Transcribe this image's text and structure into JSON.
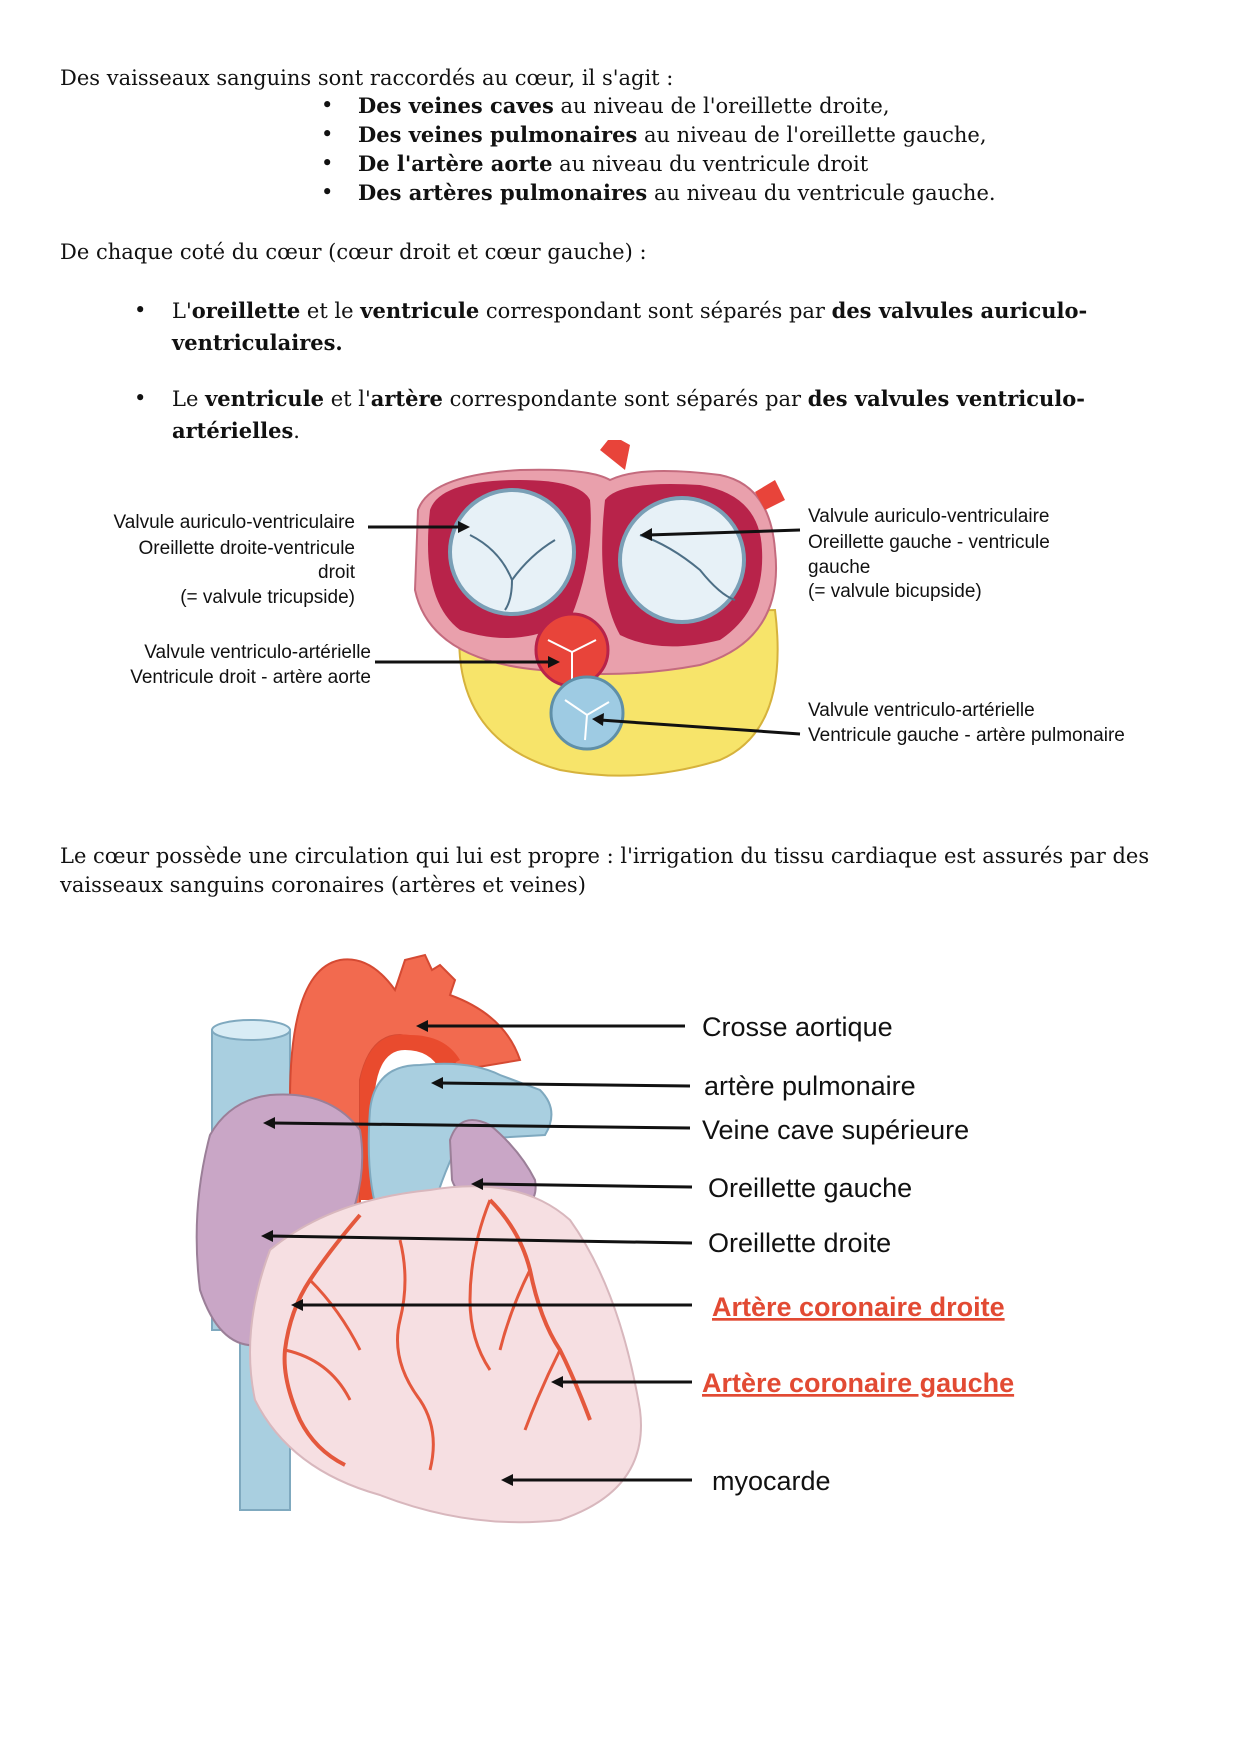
{
  "para1": {
    "intro": "Des vaisseaux sanguins sont raccordés au cœur, il s'agit :",
    "items": [
      {
        "bold": "Des veines caves",
        "rest": " au niveau de l'oreillette droite,"
      },
      {
        "bold": "Des veines pulmonaires",
        "rest": " au niveau de l'oreillette gauche,"
      },
      {
        "bold": "De l'artère aorte",
        "rest": " au niveau du ventricule droit"
      },
      {
        "bold": "Des artères pulmonaires",
        "rest": " au niveau du ventricule gauche."
      }
    ]
  },
  "para2": {
    "intro": "De chaque coté du cœur (cœur droit et cœur gauche) :",
    "b1": {
      "t1": "L'",
      "b1": "oreillette",
      "t2": " et le ",
      "b2": "ventricule",
      "t3": " correspondant sont séparés par ",
      "b3": "des valvules auriculo-",
      "line2": "ventriculaires."
    },
    "b2": {
      "t1": "Le ",
      "b1": "ventricule",
      "t2": " et l'",
      "b2": "artère",
      "t3": " correspondante sont séparés par ",
      "b3": "des valvules ventriculo-",
      "line2": "artérielles",
      "end": "."
    }
  },
  "figure1": {
    "left_top": [
      "Valvule auriculo-ventriculaire",
      "Oreillette droite-ventricule",
      "droit",
      "(= valvule tricupside)"
    ],
    "left_bottom": [
      "Valvule ventriculo-artérielle",
      "Ventricule droit - artère aorte"
    ],
    "right_top": [
      "Valvule auriculo-ventriculaire",
      "Oreillette gauche - ventricule",
      "gauche",
      "(= valvule bicupside)"
    ],
    "right_bottom": [
      "Valvule ventriculo-artérielle",
      "Ventricule gauche - artère pulmonaire"
    ]
  },
  "para3": {
    "line1": "Le cœur possède une circulation qui lui est propre : l'irrigation du tissu cardiaque est assurés par des",
    "line2": "vaisseaux sanguins coronaires (artères et veines)"
  },
  "figure2": {
    "labels": [
      "Crosse aortique",
      "artère pulmonaire",
      "Veine cave supérieure",
      "Oreillette gauche",
      "Oreillette droite",
      "myocarde"
    ],
    "red_labels": [
      "Artère coronaire droite",
      "Artère coronaire gauche"
    ],
    "colors": {
      "aorta": "#f26a4f",
      "pulmonary": "#a9cfe0",
      "atrium": "#c9a6c6",
      "myocardium": "#f6dfe2",
      "coronary": "#e4583d"
    }
  }
}
